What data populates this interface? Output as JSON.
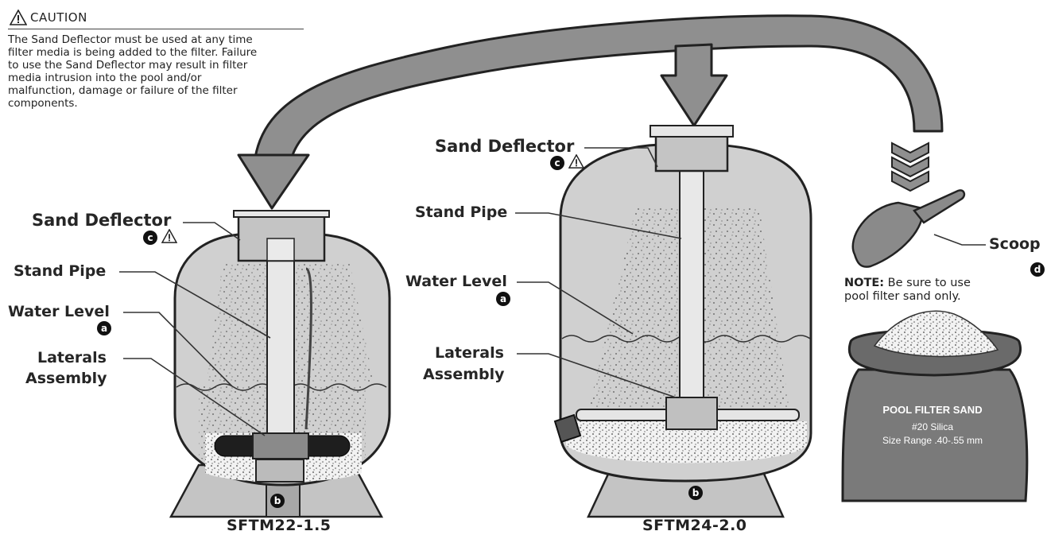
{
  "caution": {
    "title": "CAUTION",
    "text": "The Sand Deflector must be used at any time filter media is being added to the filter. Failure to use the Sand Deflector may result in filter media intrusion into the pool and/or malfunction, damage or failure of the filter components."
  },
  "left_filter": {
    "model": "SFTM22-1.5",
    "sand_deflector": "Sand Deflector",
    "stand_pipe": "Stand Pipe",
    "water_level": "Water Level",
    "laterals_line1": "Laterals",
    "laterals_line2": "Assembly",
    "badge_a": "a",
    "badge_b": "b",
    "badge_c": "c"
  },
  "right_filter": {
    "model": "SFTM24-2.0",
    "sand_deflector": "Sand Deflector",
    "stand_pipe": "Stand Pipe",
    "water_level": "Water Level",
    "laterals_line1": "Laterals",
    "laterals_line2": "Assembly",
    "badge_a": "a",
    "badge_b": "b",
    "badge_c": "c"
  },
  "scoop": {
    "label": "Scoop",
    "badge": "d"
  },
  "note": {
    "bold": "NOTE:",
    "line1_rest": " Be sure to use",
    "line2": "pool filter sand only."
  },
  "bag": {
    "title": "POOL FILTER SAND",
    "line1": "#20 Silica",
    "line2": "Size Range .40-.55 mm"
  },
  "colors": {
    "tank_fill": "#d0d0d0",
    "tank_shade": "#b5b5b5",
    "arrow_fill": "#8f8f8f",
    "bag_fill": "#7a7a7a",
    "outline": "#222222"
  }
}
